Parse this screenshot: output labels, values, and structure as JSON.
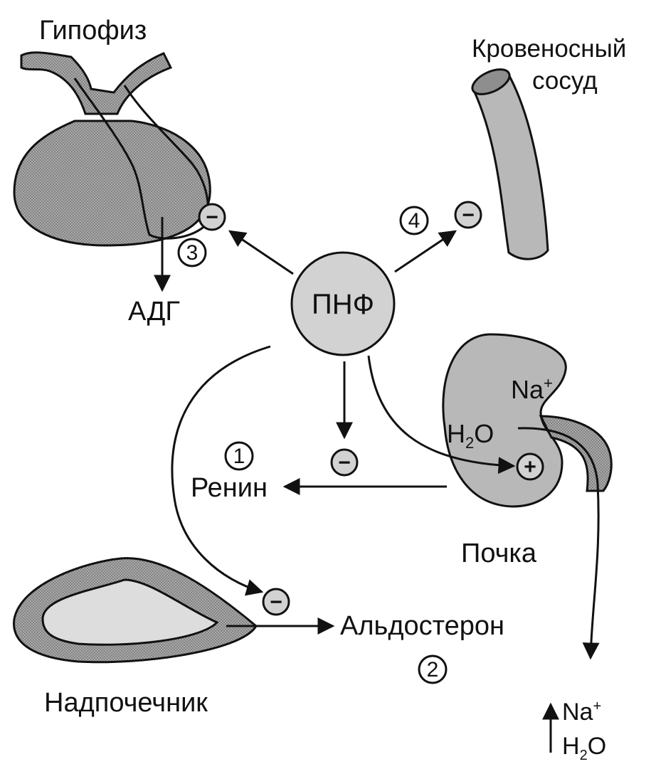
{
  "labels": {
    "pituitary": "Гипофиз",
    "vessel_line1": "Кровеносный",
    "vessel_line2": "сосуд",
    "adh": "АДГ",
    "pnf": "ПНФ",
    "renin": "Ренин",
    "aldosterone": "Альдостерон",
    "kidney": "Почка",
    "adrenal": "Надпочечник",
    "na": "Na",
    "na_sup": "+",
    "h": "H",
    "h_sub": "2",
    "o": "O",
    "out_na": "Na",
    "out_na_sup": "+",
    "out_h": "H",
    "out_h_sub": "2",
    "out_o": "O"
  },
  "markers": {
    "n1": "1",
    "n2": "2",
    "n3": "3",
    "n4": "4",
    "minus": "−",
    "plus": "+"
  },
  "colors": {
    "organ_fill": "#b8b8b8",
    "cortex_fill": "#9c9c9c",
    "inner_fill": "#dddddd",
    "pnf_fill": "#d2d2d2",
    "line": "#111111",
    "background": "#ffffff"
  }
}
